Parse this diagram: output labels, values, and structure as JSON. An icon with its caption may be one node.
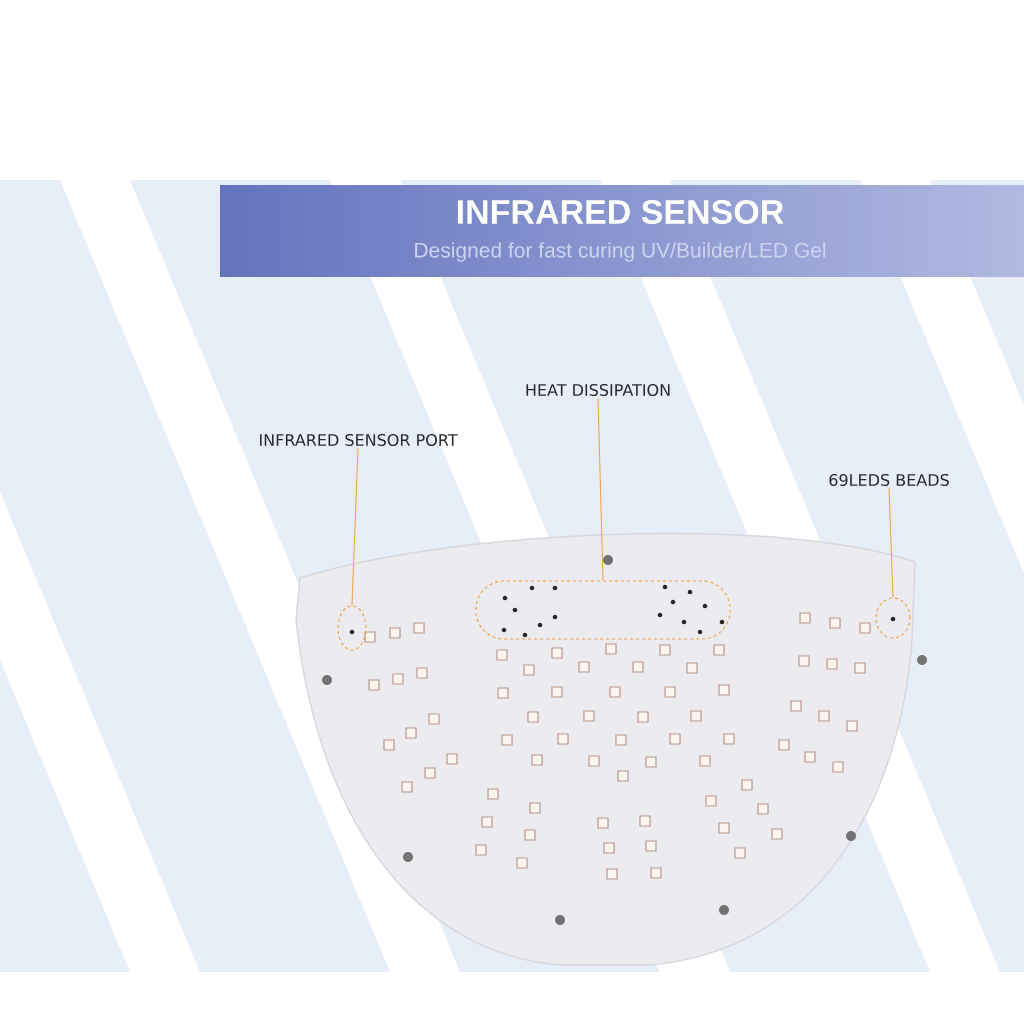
{
  "diagram": {
    "title": "INFRARED SENSOR",
    "nodes": [
      {
        "text": [
          "INFRARED SENSOR PORT"
        ]
      },
      {
        "text": [
          "HEAT DISSIPATION"
        ]
      },
      {
        "text": [
          "69LEDS BEADS"
        ]
      },
      {
        "text": [],
        "shape": "circle"
      },
      {
        "text": [],
        "shape": "ellipse"
      },
      {
        "text": [],
        "shape": "circle"
      }
    ],
    "edges": [
      {
        "from": 0,
        "to": 3,
        "arrow": "none"
      },
      {
        "from": 1,
        "to": 4,
        "arrow": "none"
      },
      {
        "from": 2,
        "to": 5,
        "arrow": "none"
      }
    ],
    "labels": [
      "Designed for fast curing UV/Builder/LED Gel"
    ]
  }
}
